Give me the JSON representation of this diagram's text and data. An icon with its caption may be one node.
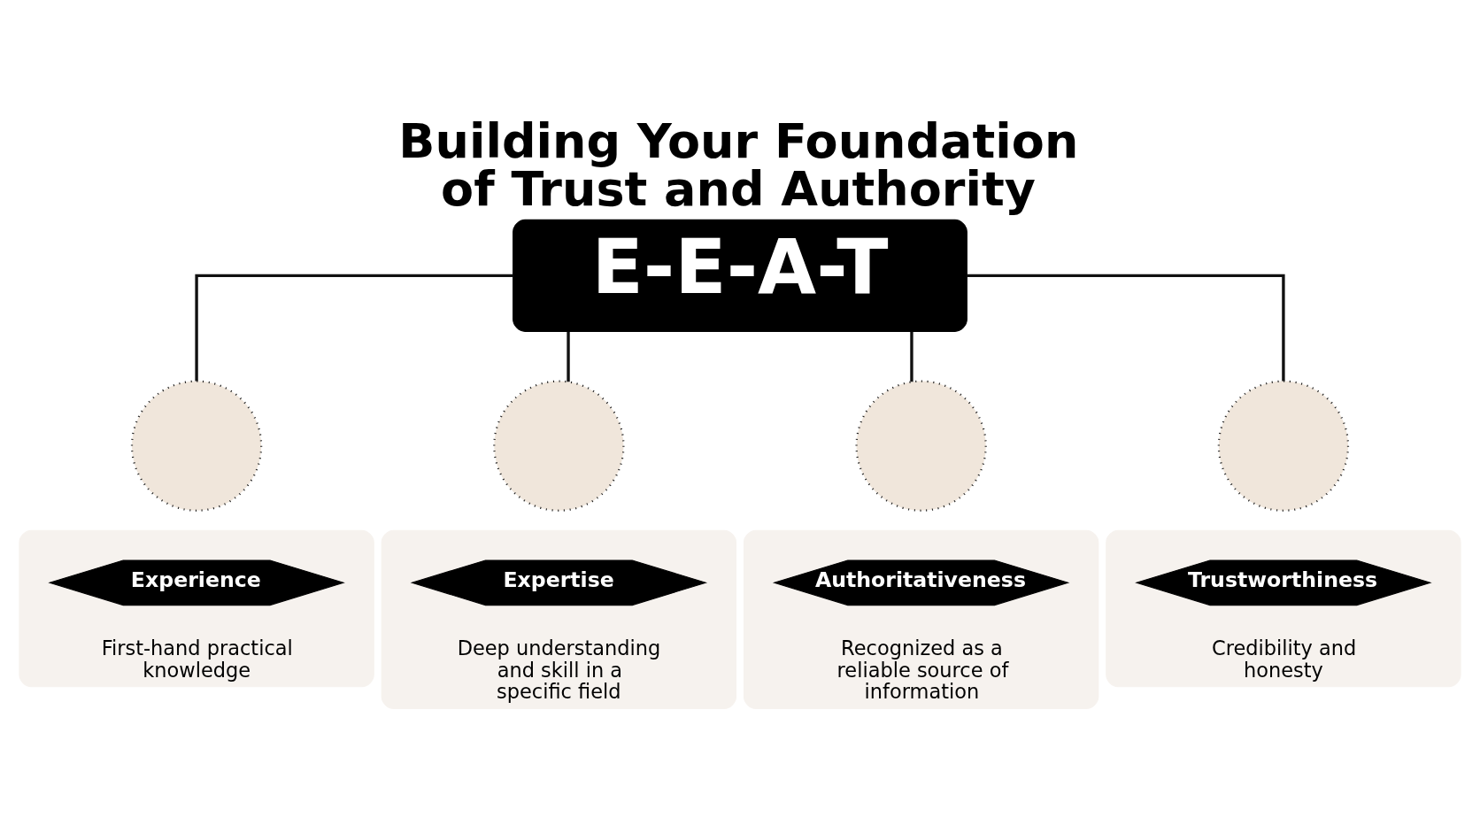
{
  "diagram": {
    "title": "Building Your Foundation of Trust and Authority",
    "nodes": [
      {
        "text": [
          "E-E-A-T"
        ]
      },
      {
        "text": [],
        "shape": "circle"
      },
      {
        "text": [
          "First-hand practical knowledge"
        ]
      },
      {
        "text": [
          "Experience"
        ],
        "in": 2
      },
      {
        "text": [],
        "shape": "circle"
      },
      {
        "text": [
          "Deep understanding and skill in a specific field"
        ]
      },
      {
        "text": [
          "Expertise"
        ],
        "in": 5
      },
      {
        "text": [],
        "shape": "circle"
      },
      {
        "text": [
          "Recognized as a reliable source of information"
        ]
      },
      {
        "text": [
          "Authoritativeness"
        ],
        "in": 8
      },
      {
        "text": [],
        "shape": "circle"
      },
      {
        "text": [
          "Credibility and honesty"
        ]
      },
      {
        "text": [
          "Trustworthiness"
        ],
        "in": 11
      }
    ],
    "edges": [
      {
        "from": 0,
        "to": 1,
        "arrow": "none"
      },
      {
        "from": 0,
        "to": 4,
        "arrow": "none"
      },
      {
        "from": 0,
        "to": 7,
        "arrow": "none"
      },
      {
        "from": 0,
        "to": 10,
        "arrow": "none"
      }
    ]
  }
}
